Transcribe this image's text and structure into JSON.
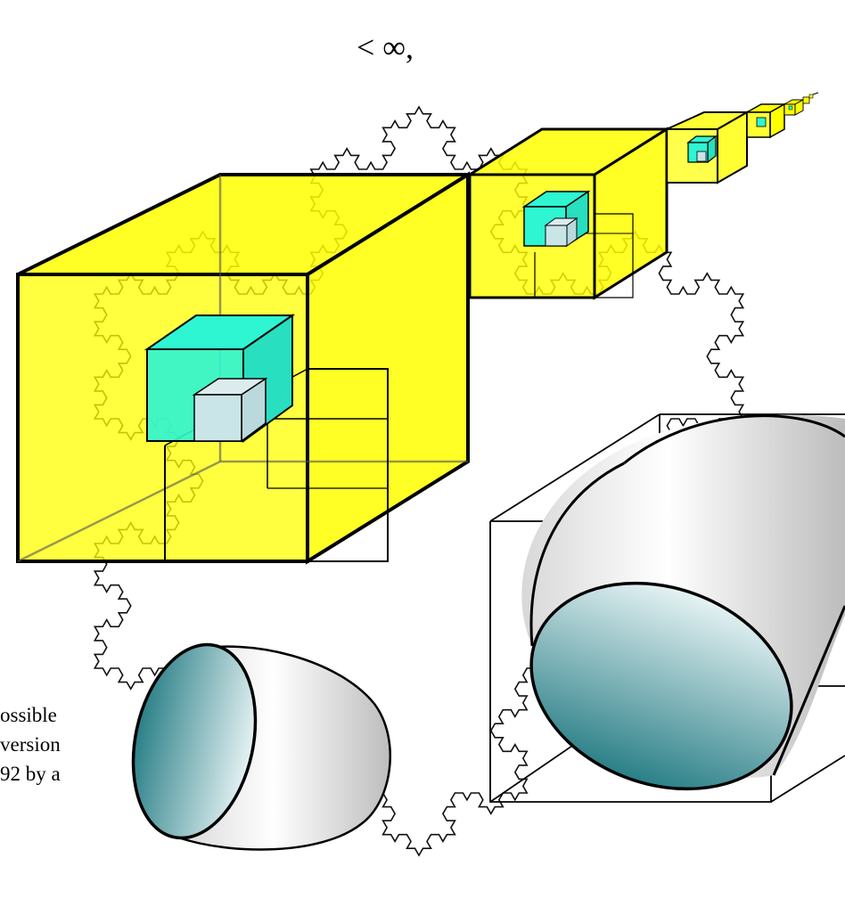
{
  "text": {
    "infinity_fragment": "< ∞,",
    "line1": "ossible",
    "line2": "version",
    "line3": "92 by a"
  },
  "colors": {
    "box_fill": "#ffff00",
    "inner_box_fill": "#2ef5d2",
    "core_box_fill": "#c9e5e8",
    "cylinder_dark": "#2a7f87",
    "cylinder_light": "#e6f3f4",
    "curve_stroke": "#111111"
  }
}
